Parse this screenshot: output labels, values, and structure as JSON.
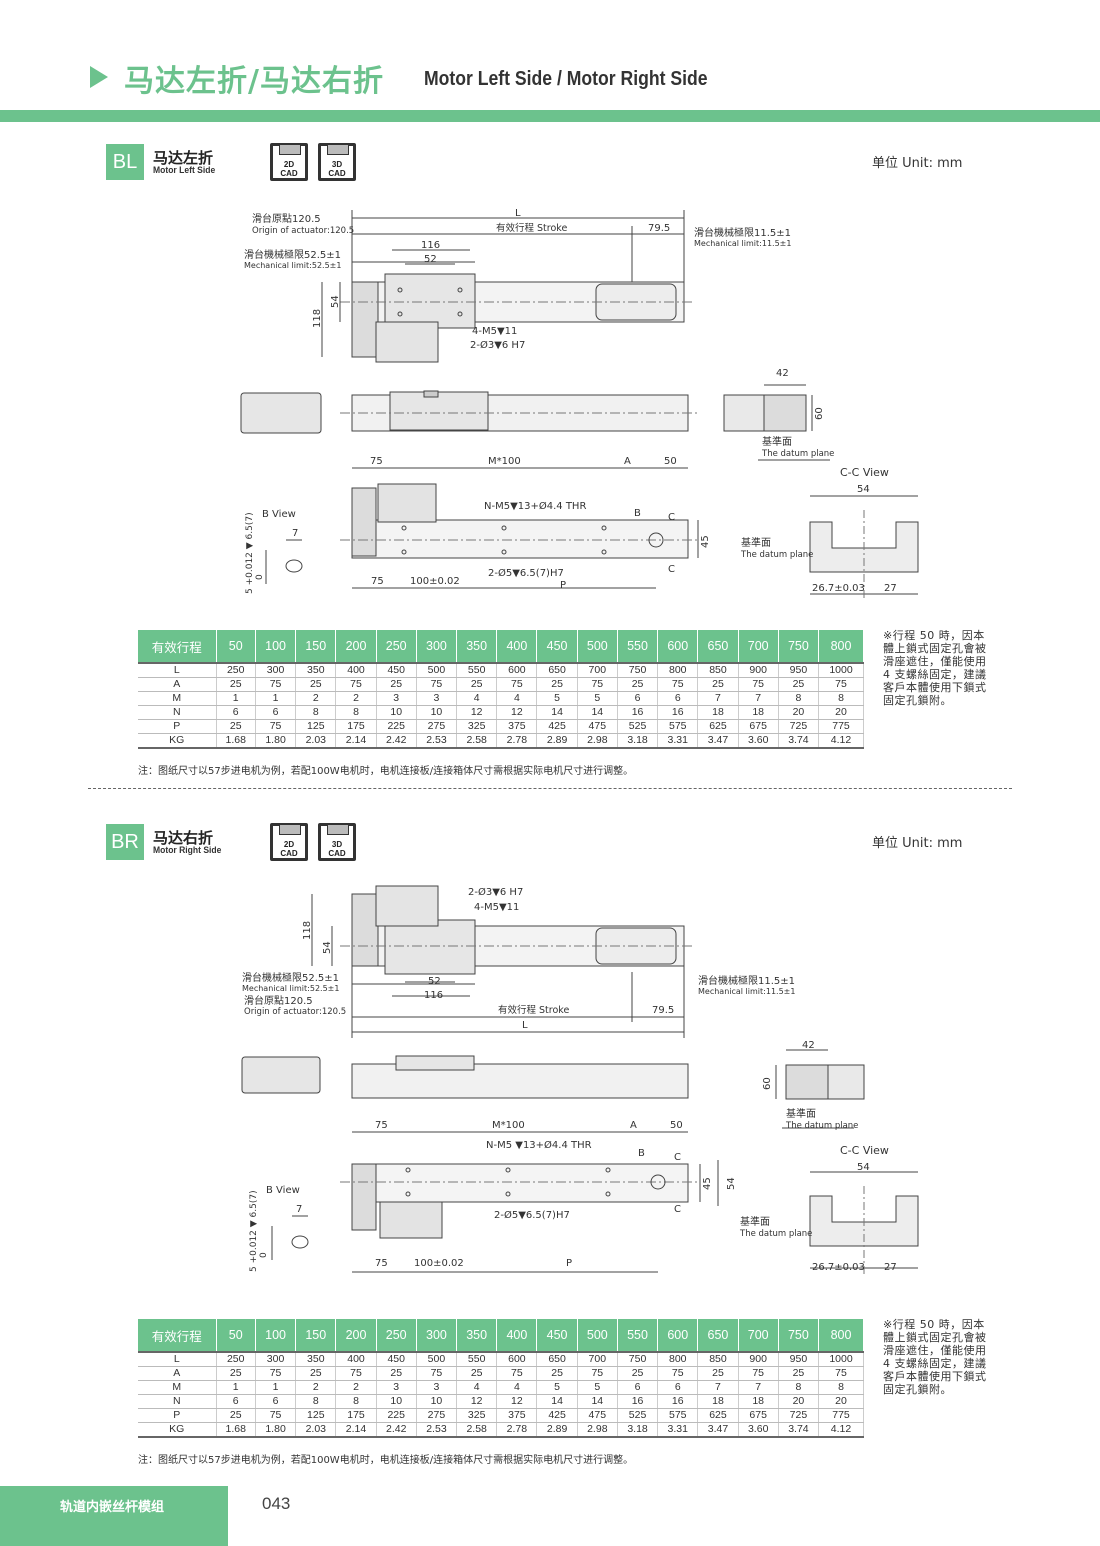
{
  "header": {
    "title_cn": "马达左折/马达右折",
    "title_en": "Motor Left Side / Motor Right Side"
  },
  "cad": {
    "l2d_a": "2D",
    "l2d_b": "CAD",
    "l3d_a": "3D",
    "l3d_b": "CAD"
  },
  "unit": "单位 Unit: mm",
  "bl": {
    "code": "BL",
    "title_cn": "马达左折",
    "title_en": "Motor Left Side",
    "labels": {
      "L": "L",
      "origin_cn": "滑台原點120.5",
      "origin_en": "Origin of actuator:120.5",
      "stroke": "有效行程 Stroke",
      "d795": "79.5",
      "mech_r_cn": "滑台機械極限11.5±1",
      "mech_r_en": "Mechanical limit:11.5±1",
      "mech_l_cn": "滑台機械極限52.5±1",
      "mech_l_en": "Mechanical limit:52.5±1",
      "d116": "116",
      "d52": "52",
      "d54": "54",
      "d118": "118",
      "m5": "4-M5▼11",
      "o3": "2-Ø3▼6 H7",
      "d42": "42",
      "d60": "60",
      "datum_cn": "基準面",
      "datum_en": "The datum plane",
      "d75": "75",
      "m100": "M*100",
      "A": "A",
      "d50": "50",
      "nm5": "N-M5▼13+Ø4.4 THR",
      "B": "B",
      "C": "C",
      "C2": "C",
      "d45": "45",
      "o5": "2-Ø5▼6.5(7)H7",
      "d75b": "75",
      "d100": "100±0.02",
      "P": "P",
      "bview": "B View",
      "d7": "7",
      "tol": "5 +0.012 ▼ 6.5(7)",
      "tol0": "0",
      "ccview": "C-C View",
      "cc54": "54",
      "datum2_cn": "基準面",
      "datum2_en": "The datum plane",
      "d267": "26.7±0.03",
      "d27": "27"
    }
  },
  "br": {
    "code": "BR",
    "title_cn": "马达右折",
    "title_en": "Motor Right Side",
    "labels": {
      "o3": "2-Ø3▼6 H7",
      "m5": "4-M5▼11",
      "d118": "118",
      "d54": "54",
      "mech_l_cn": "滑台機械極限52.5±1",
      "mech_l_en": "Mechanical limit:52.5±1",
      "d52": "52",
      "d116": "116",
      "origin_cn": "滑台原點120.5",
      "origin_en": "Origin of actuator:120.5",
      "stroke": "有效行程 Stroke",
      "d795": "79.5",
      "L": "L",
      "mech_r_cn": "滑台機械極限11.5±1",
      "mech_r_en": "Mechanical limit:11.5±1",
      "d42": "42",
      "d60": "60",
      "datum_cn": "基準面",
      "datum_en": "The datum plane",
      "d75": "75",
      "m100": "M*100",
      "A": "A",
      "d50": "50",
      "nm5": "N-M5 ▼13+Ø4.4 THR",
      "B": "B",
      "C": "C",
      "C2": "C",
      "d45": "45",
      "d54b": "54",
      "o5": "2-Ø5▼6.5(7)H7",
      "d75b": "75",
      "d100": "100±0.02",
      "P": "P",
      "bview": "B View",
      "d7": "7",
      "tol": "5 +0.012 ▼ 6.5(7)",
      "tol0": "0",
      "ccview": "C-C View",
      "cc54": "54",
      "datum2_cn": "基準面",
      "datum2_en": "The datum plane",
      "d267": "26.7±0.03",
      "d27": "27"
    }
  },
  "table": {
    "head": "有效行程",
    "strokes": [
      "50",
      "100",
      "150",
      "200",
      "250",
      "300",
      "350",
      "400",
      "450",
      "500",
      "550",
      "600",
      "650",
      "700",
      "750",
      "800"
    ],
    "rows": [
      {
        "label": "L",
        "values": [
          "250",
          "300",
          "350",
          "400",
          "450",
          "500",
          "550",
          "600",
          "650",
          "700",
          "750",
          "800",
          "850",
          "900",
          "950",
          "1000"
        ]
      },
      {
        "label": "A",
        "values": [
          "25",
          "75",
          "25",
          "75",
          "25",
          "75",
          "25",
          "75",
          "25",
          "75",
          "25",
          "75",
          "25",
          "75",
          "25",
          "75"
        ]
      },
      {
        "label": "M",
        "values": [
          "1",
          "1",
          "2",
          "2",
          "3",
          "3",
          "4",
          "4",
          "5",
          "5",
          "6",
          "6",
          "7",
          "7",
          "8",
          "8"
        ]
      },
      {
        "label": "N",
        "values": [
          "6",
          "6",
          "8",
          "8",
          "10",
          "10",
          "12",
          "12",
          "14",
          "14",
          "16",
          "16",
          "18",
          "18",
          "20",
          "20"
        ]
      },
      {
        "label": "P",
        "values": [
          "25",
          "75",
          "125",
          "175",
          "225",
          "275",
          "325",
          "375",
          "425",
          "475",
          "525",
          "575",
          "625",
          "675",
          "725",
          "775"
        ]
      },
      {
        "label": "KG",
        "values": [
          "1.68",
          "1.80",
          "2.03",
          "2.14",
          "2.42",
          "2.53",
          "2.58",
          "2.78",
          "2.89",
          "2.98",
          "3.18",
          "3.31",
          "3.47",
          "3.60",
          "3.74",
          "4.12"
        ]
      }
    ]
  },
  "side_note": "※行程 50 時，因本體上鎖式固定孔會被滑座遮住，僅能使用 4 支螺絲固定，建議客戶本體使用下鎖式固定孔鎖附。",
  "note": "注：图纸尺寸以57步进电机为例，若配100W电机时，电机连接板/连接箱体尺寸需根据实际电机尺寸进行调整。",
  "footer": {
    "label": "轨道内嵌丝杆模组",
    "page": "043"
  },
  "colors": {
    "accent": "#6cc28d"
  }
}
